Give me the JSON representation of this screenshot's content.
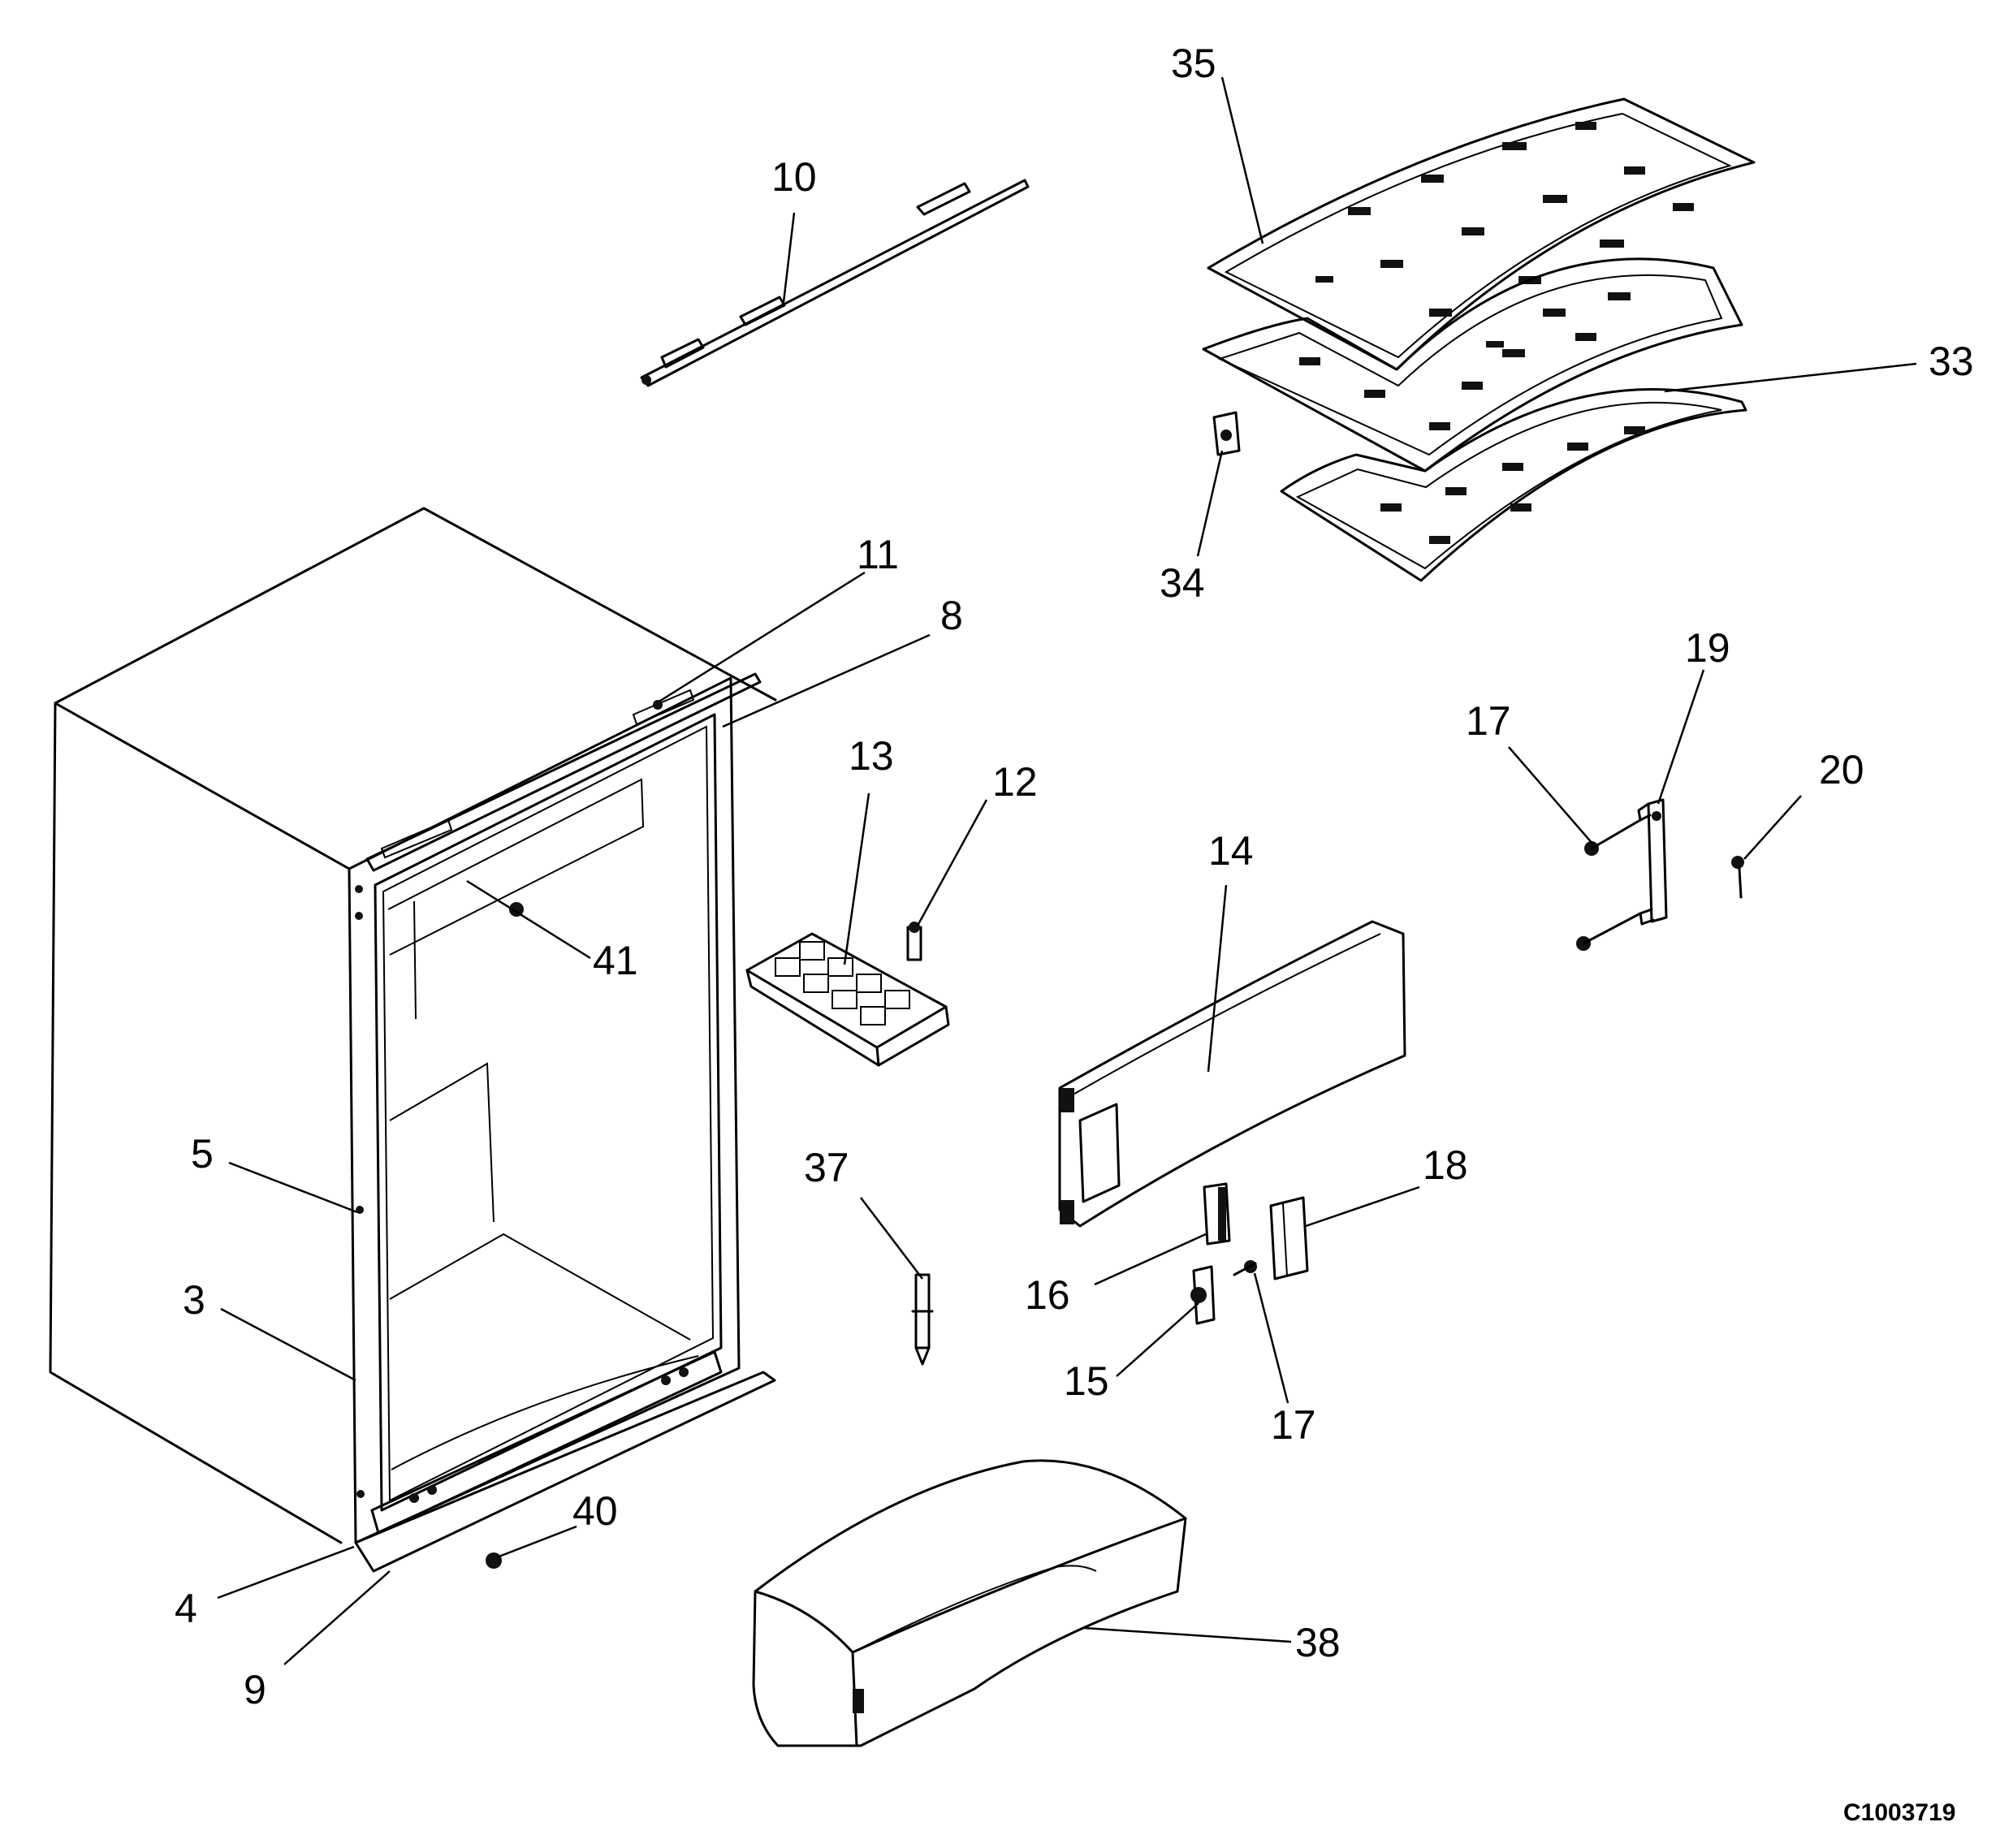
{
  "diagram": {
    "labels": [
      {
        "id": "35",
        "text": "35"
      },
      {
        "id": "10",
        "text": "10"
      },
      {
        "id": "33",
        "text": "33"
      },
      {
        "id": "34",
        "text": "34"
      },
      {
        "id": "11",
        "text": "11"
      },
      {
        "id": "8",
        "text": "8"
      },
      {
        "id": "19",
        "text": "19"
      },
      {
        "id": "17a",
        "text": "17"
      },
      {
        "id": "20",
        "text": "20"
      },
      {
        "id": "13",
        "text": "13"
      },
      {
        "id": "12",
        "text": "12"
      },
      {
        "id": "14",
        "text": "14"
      },
      {
        "id": "41",
        "text": "41"
      },
      {
        "id": "5",
        "text": "5"
      },
      {
        "id": "37",
        "text": "37"
      },
      {
        "id": "18",
        "text": "18"
      },
      {
        "id": "3",
        "text": "3"
      },
      {
        "id": "16",
        "text": "16"
      },
      {
        "id": "15",
        "text": "15"
      },
      {
        "id": "17b",
        "text": "17"
      },
      {
        "id": "40",
        "text": "40"
      },
      {
        "id": "4",
        "text": "4"
      },
      {
        "id": "38",
        "text": "38"
      },
      {
        "id": "9",
        "text": "9"
      }
    ],
    "drawing_code": "C1003719"
  }
}
